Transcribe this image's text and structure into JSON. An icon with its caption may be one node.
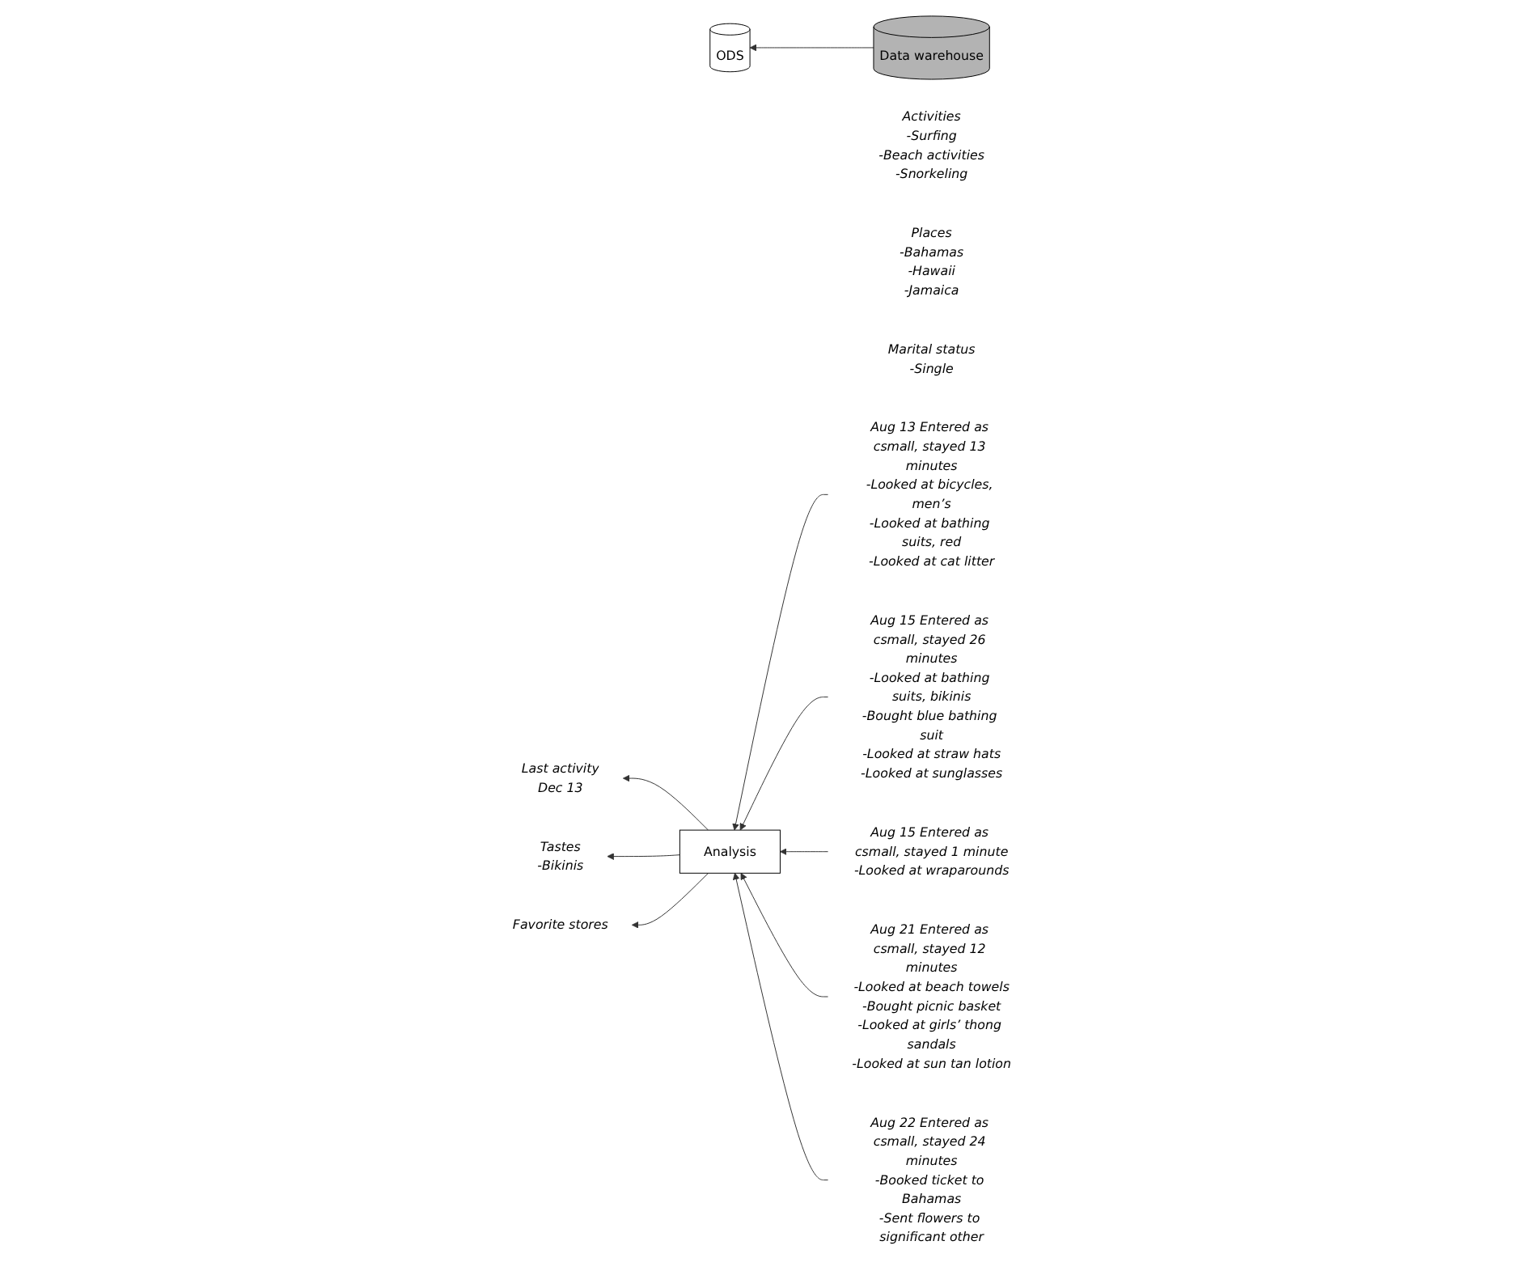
{
  "diagram": {
    "nodes": [
      {
        "text": [
          "Data warehouse"
        ]
      },
      {
        "text": [
          "ODS"
        ]
      },
      {
        "text": [
          "Last activity",
          "Dec 13"
        ]
      },
      {
        "text": [
          "Activities",
          "-Surfing",
          "-Beach activities",
          "-Snorkeling"
        ]
      },
      {
        "text": [
          "Tastes",
          "-Bikinis"
        ]
      },
      {
        "text": [
          "Places",
          "-Bahamas",
          "-Hawaii",
          "-Jamaica"
        ]
      },
      {
        "text": [
          "Marital status",
          "-Single"
        ]
      },
      {
        "text": [
          "Favorite stores"
        ]
      },
      {
        "text": [
          "Analysis"
        ]
      },
      {
        "text": [
          "Aug 13 Entered as csmall, stayed 13 minutes",
          "-Looked at bicycles, men’s",
          "-Looked at bathing suits, red",
          "-Looked at cat litter"
        ]
      },
      {
        "text": [
          "Aug 15 Entered as csmall, stayed 26 minutes",
          "-Looked at bathing suits, bikinis",
          "-Bought blue bathing suit",
          "-Looked at straw hats",
          "-Looked at sunglasses"
        ]
      },
      {
        "text": [
          "Aug 15 Entered as csmall, stayed 1 minute",
          "-Looked at wraparounds"
        ]
      },
      {
        "text": [
          "Aug 21 Entered as csmall, stayed 12 minutes",
          "-Looked at beach towels",
          "-Bought picnic basket",
          "-Looked at girls’ thong sandals",
          "-Looked at sun tan lotion"
        ]
      },
      {
        "text": [
          "Aug 22 Entered as csmall, stayed 24 minutes",
          "-Booked ticket to Bahamas",
          "-Sent flowers to significant other"
        ]
      }
    ],
    "edges": [
      {
        "from": 0,
        "to": 1,
        "arrow": "to"
      },
      {
        "from": 8,
        "to": 2,
        "arrow": "to"
      },
      {
        "from": 8,
        "to": 4,
        "arrow": "to"
      },
      {
        "from": 8,
        "to": 7,
        "arrow": "to"
      },
      {
        "from": 9,
        "to": 8,
        "arrow": "to"
      },
      {
        "from": 10,
        "to": 8,
        "arrow": "to"
      },
      {
        "from": 11,
        "to": 8,
        "arrow": "to"
      },
      {
        "from": 12,
        "to": 8,
        "arrow": "to"
      },
      {
        "from": 13,
        "to": 8,
        "arrow": "to"
      }
    ]
  }
}
